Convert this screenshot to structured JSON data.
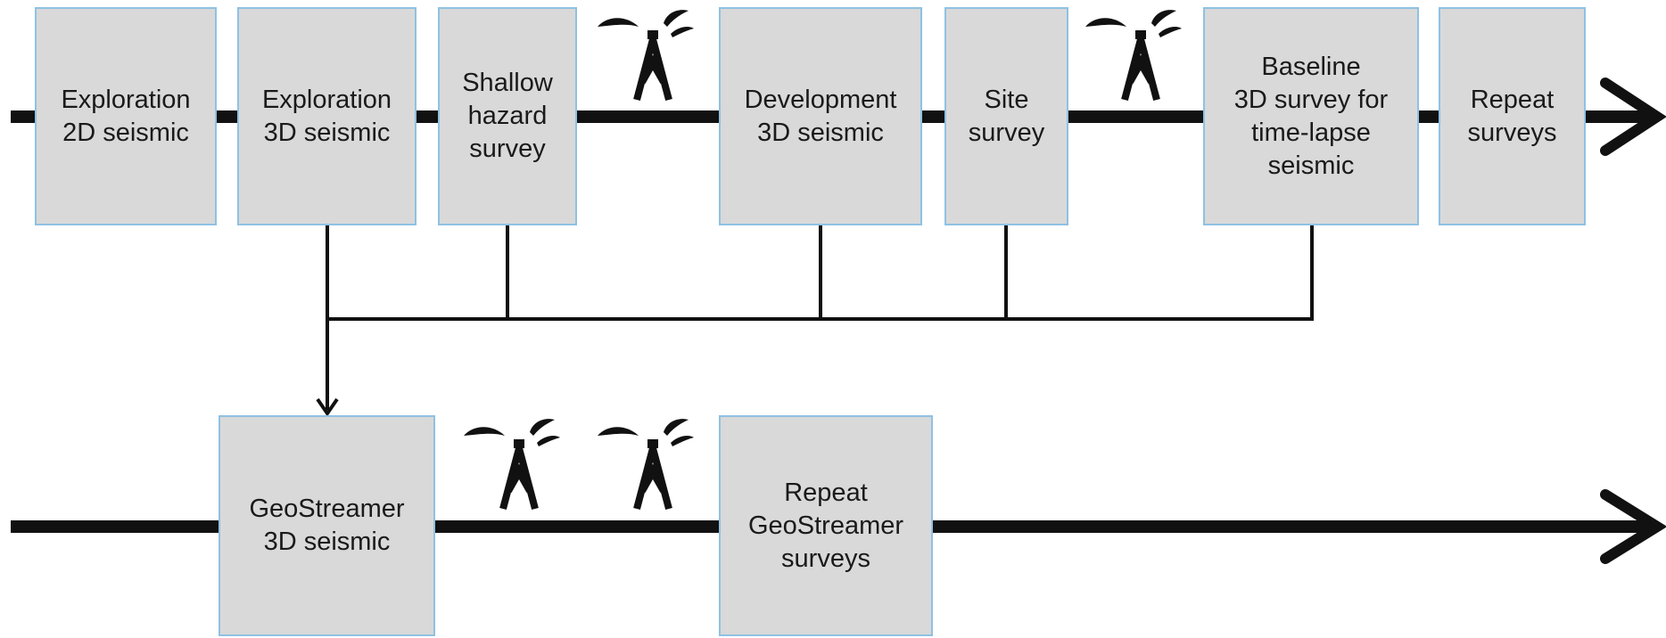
{
  "diagram": {
    "top_track": {
      "boxes": [
        {
          "id": "exploration-2d",
          "label": "Exploration\n2D seismic"
        },
        {
          "id": "exploration-3d",
          "label": "Exploration\n3D seismic"
        },
        {
          "id": "shallow-hazard",
          "label": "Shallow\nhazard\nsurvey"
        },
        {
          "id": "development-3d",
          "label": "Development\n3D seismic"
        },
        {
          "id": "site-survey",
          "label": "Site\nsurvey"
        },
        {
          "id": "baseline-3d",
          "label": "Baseline\n3D survey for\ntime-lapse\nseismic"
        },
        {
          "id": "repeat-surveys",
          "label": "Repeat\nsurveys"
        }
      ]
    },
    "bottom_track": {
      "boxes": [
        {
          "id": "geostreamer-3d",
          "label": "GeoStreamer\n3D seismic"
        },
        {
          "id": "repeat-geostreamer",
          "label": "Repeat\nGeoStreamer\nsurveys"
        }
      ]
    },
    "icons": [
      "oil-rig-icon",
      "oil-rig-icon",
      "oil-rig-icon",
      "oil-rig-icon"
    ],
    "colors": {
      "box_fill": "#d9d9d9",
      "box_border": "#8fc1e3",
      "line": "#111111",
      "text": "#1a1a1a"
    }
  }
}
